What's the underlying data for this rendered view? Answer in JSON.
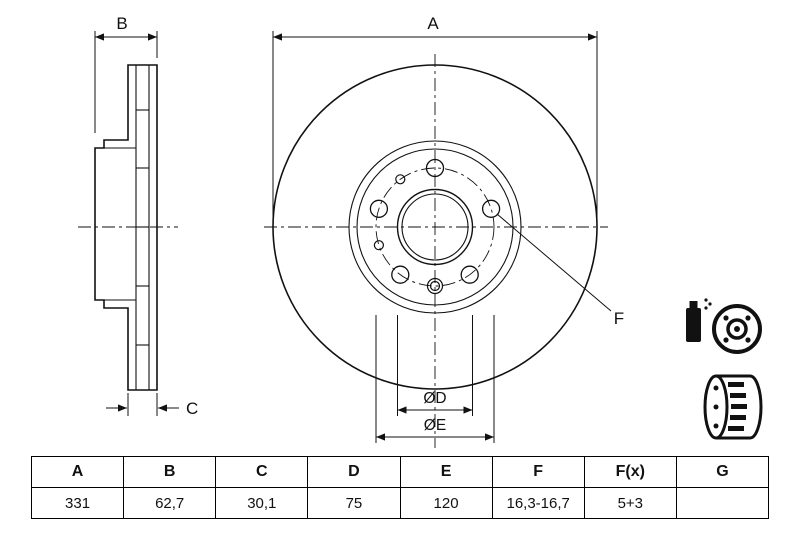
{
  "drawing": {
    "labels": {
      "dim_a": "A",
      "dim_b": "B",
      "dim_c": "C",
      "dim_d": "ØD",
      "dim_e": "ØE",
      "dim_f": "F"
    },
    "icons": {
      "top": "coated-disc-spray-icon",
      "bottom": "vented-disc-section-icon"
    },
    "colors": {
      "line": "#111111",
      "background": "#ffffff"
    }
  },
  "table": {
    "headers": [
      "A",
      "B",
      "C",
      "D",
      "E",
      "F",
      "F(x)",
      "G"
    ],
    "values": [
      "331",
      "62,7",
      "30,1",
      "75",
      "120",
      "16,3-16,7",
      "5+3",
      ""
    ]
  }
}
